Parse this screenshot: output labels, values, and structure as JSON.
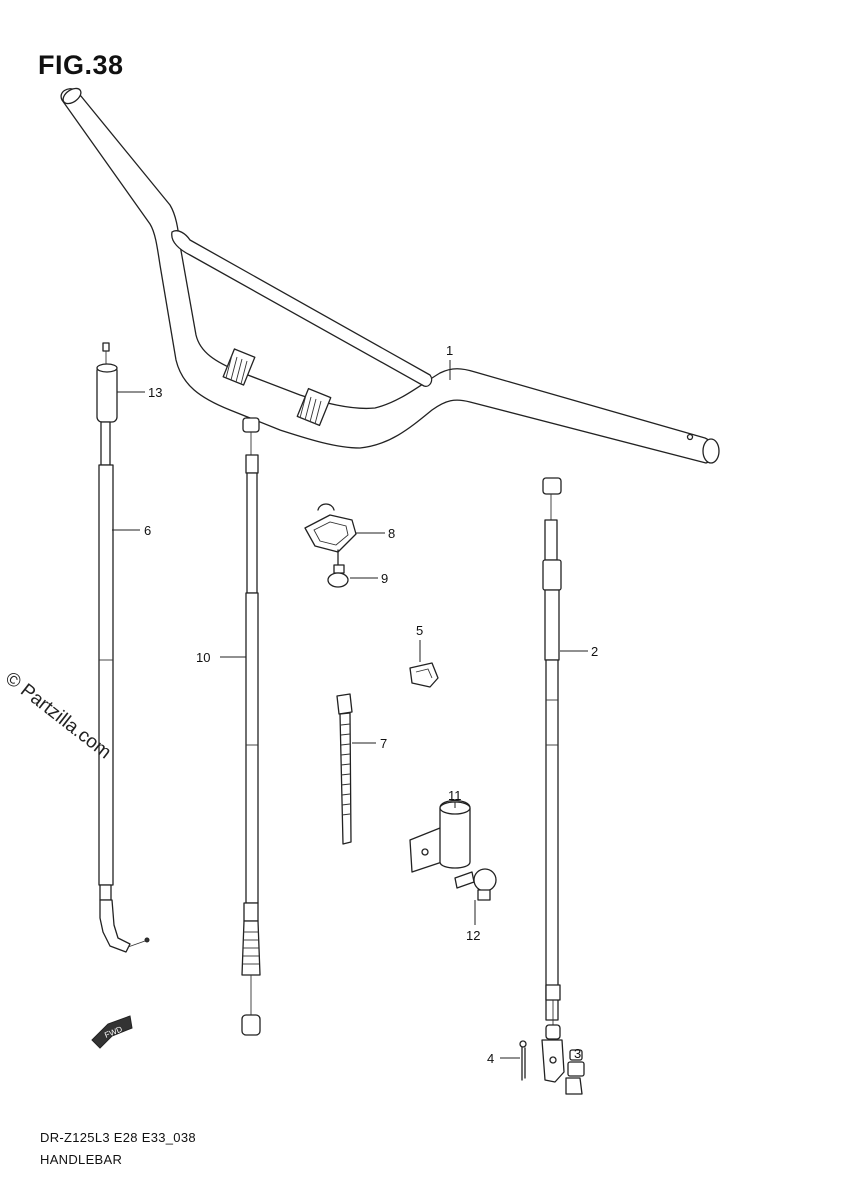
{
  "figure": {
    "title": "FIG.38",
    "model_code": "DR-Z125L3 E28 E33_038",
    "section_name": "HANDLEBAR",
    "watermark": "© Partzilla.com",
    "fwd_label": "FWD"
  },
  "callouts": [
    {
      "id": "1",
      "label": "1"
    },
    {
      "id": "2",
      "label": "2"
    },
    {
      "id": "3",
      "label": "3"
    },
    {
      "id": "4",
      "label": "4"
    },
    {
      "id": "5",
      "label": "5"
    },
    {
      "id": "6",
      "label": "6"
    },
    {
      "id": "7",
      "label": "7"
    },
    {
      "id": "8",
      "label": "8"
    },
    {
      "id": "9",
      "label": "9"
    },
    {
      "id": "10",
      "label": "10"
    },
    {
      "id": "11",
      "label": "11"
    },
    {
      "id": "12",
      "label": "12"
    },
    {
      "id": "13",
      "label": "13"
    }
  ]
}
